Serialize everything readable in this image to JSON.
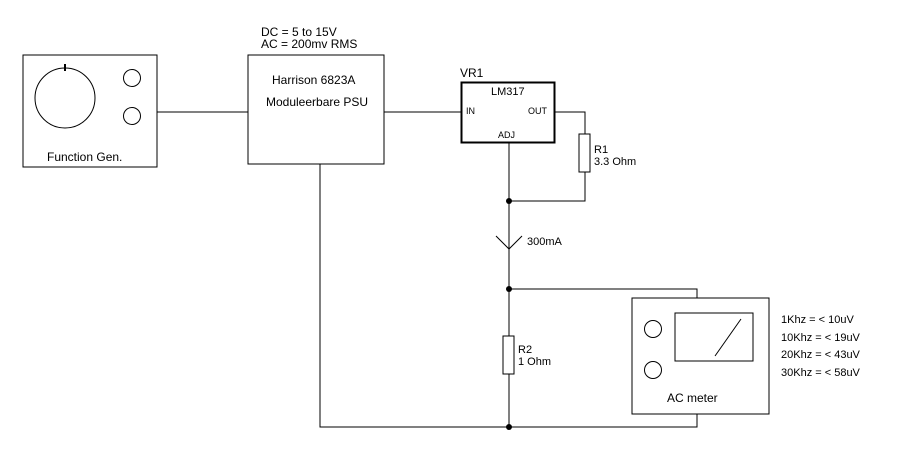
{
  "function_gen": {
    "label": "Function Gen."
  },
  "psu": {
    "spec_dc": "DC = 5 to 15V",
    "spec_ac": "AC = 200mv RMS",
    "model": "Harrison 6823A",
    "name": "Moduleerbare PSU"
  },
  "regulator": {
    "ref": "VR1",
    "part": "LM317",
    "pin_in": "IN",
    "pin_out": "OUT",
    "pin_adj": "ADJ"
  },
  "r1": {
    "ref": "R1",
    "value": "3.3 Ohm"
  },
  "current": {
    "label": "300mA"
  },
  "r2": {
    "ref": "R2",
    "value": "1 Ohm"
  },
  "ac_meter": {
    "label": "AC meter"
  },
  "measurements": [
    "1Khz = < 10uV",
    "10Khz = < 19uV",
    "20Khz = < 43uV",
    "30Khz = < 58uV"
  ]
}
